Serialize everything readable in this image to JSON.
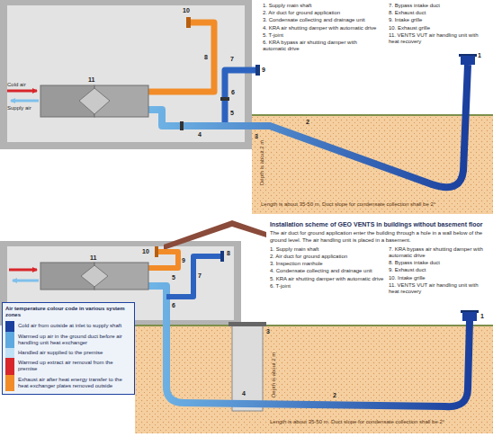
{
  "diagram": {
    "title": "Installation scheme of GEO VENTS in buildings without basement floor",
    "labels": [
      "1. Supply main shaft",
      "2. Air duct for ground application",
      "3. Condensate collecting and drainage unit",
      "4. KRA air shutting damper with automatic drive",
      "5. T-joint",
      "6. KRA bypass air shutting damper with automatic drive",
      "7. Bypass intake duct",
      "8. Exhaust duct",
      "9. Intake grille",
      "10. Exhaust grille",
      "11. VENTS VUT air handling unit with heat recovery",
      "Cold air",
      "Supply air",
      "1",
      "2",
      "3",
      "4",
      "5",
      "6",
      "7",
      "8",
      "9",
      "10",
      "11",
      "Length is about 35-50 m. Duct slope for condensate collection shall be 2°",
      "Depth is about 2 m",
      "The air duct for ground application enter the building through a hole in a wall below of the ground level. The air handling unit is placed in a basement.",
      "1. Supply main shaft",
      "2. Air duct for ground application",
      "3. Inspection manhole",
      "4. Condensate collecting and drainage unit",
      "5. KRA air shutting damper with automatic drive",
      "6. T-joint",
      "7. KRA bypass air shutting damper with automatic drive",
      "8. Bypass intake duct",
      "9. Exhaust duct",
      "10. Intake grille",
      "11. VENTS VUT air handling unit with heat recovery",
      "Air temperature colour code in various system zones",
      "1",
      "2",
      "3",
      "4",
      "5",
      "6",
      "7",
      "8",
      "9",
      "10",
      "11",
      "Length is about 35-50 m. Duct slope for condensate collection shall be 2°",
      "Depth is about 2 m"
    ],
    "legend": [
      {
        "text": "Cold air from outside at inlet to supply shaft",
        "color": "#1a3f9e"
      },
      {
        "text": "Warmed up air in the ground duct before air handling unit heat exchanger",
        "color": "#5ea9e0"
      },
      {
        "text": "Handled air supplied to the premise",
        "color": "#bfe0f5"
      },
      {
        "text": "Warmed up extract air removal from the premise",
        "color": "#d8262b"
      },
      {
        "text": "Exhaust air after heat energy transfer to the heat exchanger plates removed outside",
        "color": "#f28c28"
      }
    ]
  }
}
